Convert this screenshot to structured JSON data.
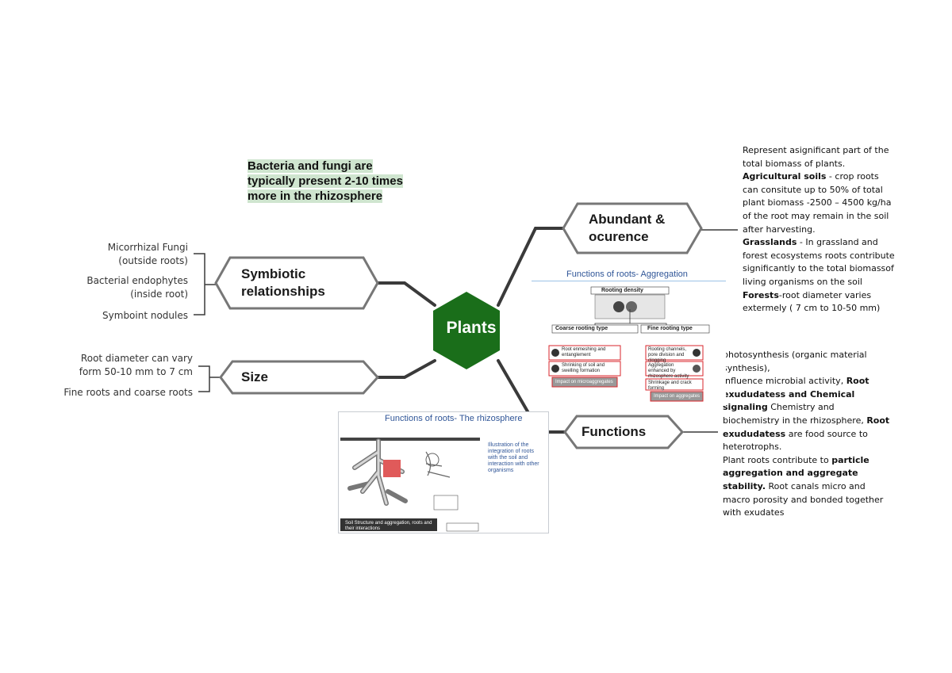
{
  "central": {
    "label": "Plants",
    "color": "#1a6e1a"
  },
  "branches": {
    "abundant": {
      "label_line1": "Abundant &",
      "label_line2": "ocurence"
    },
    "symbiotic": {
      "label_line1": "Symbiotic",
      "label_line2": "relationships"
    },
    "size": {
      "label": "Size"
    },
    "functions": {
      "label": "Functions"
    }
  },
  "highlight_note": {
    "lines": [
      "Bacteria and fungi are",
      "typically present 2-10 times",
      "more in the rhizosphere"
    ],
    "bg_color": "#cfe5cf"
  },
  "symbiotic_notes": {
    "item1_line1": "Micorrhizal Fungi",
    "item1_line2": "(outside roots)",
    "item2_line1": "Bacterial endophytes",
    "item2_line2": "(inside root)",
    "item3": "Symboint nodules"
  },
  "size_notes": {
    "item1_line1": "Root diameter can vary",
    "item1_line2": "form 50-10 mm to 7 cm",
    "item2": "Fine roots and coarse roots"
  },
  "abundance_text": {
    "p1": "Represent asignificant part of the total biomass of plants.",
    "ag_head": "Agricultural soils",
    "ag_body": " - crop roots can consitute up to 50% of total plant biomass -2500 – 4500 kg/ha of the root may remain in the soil after harvesting.",
    "gr_head": "Grasslands",
    "gr_body": " - In grassland and forest ecosystems roots contribute significantly to the total biomassof living organisms on the soil",
    "fo_head": "Forests",
    "fo_body": "-root diameter varies extermely ( 7 cm to 10-50 mm)"
  },
  "functions_text": {
    "t1": "photosynthesis (organic material synthesis),",
    "t2": "influence microbial activity, ",
    "b1": "Root exududatess and Chemical signaling",
    "t3": " Chemistry and biochemistry in the rhizosphere, ",
    "b2": "Root exududatess",
    "t4": " are food source to heterotrophs.",
    "t5": "Plant roots contribute to ",
    "b3": "particle aggregation and aggregate stability.",
    "t6": " Root canals micro and macro porosity and bonded together with exudates"
  },
  "slide_aggregation": {
    "title": "Functions of roots- Aggregation",
    "heading": "Rooting density",
    "coarse": "Coarse rooting type",
    "fine": "Fine rooting type",
    "box1": "Root enmeshing and entanglement",
    "box2": "Shrinking of soil and swelling formation",
    "box3": "Rooting channels, pore division and clogging",
    "box4": "Aggregation enhanced by rhizosphere activity",
    "box5": "Shrinkage and crack forming",
    "impact_left": "Impact on microaggregates",
    "impact_right": "Impact on aggregates"
  },
  "slide_rhizosphere": {
    "title": "Functions of roots- The rhizosphere",
    "caption": "Illustration of the integration of roots with the soil and interaction with other organisms",
    "bottom_label": "Soil Structure and aggregation, roots and their interactions"
  },
  "colors": {
    "hex_border": "#777777",
    "connector": "#333333",
    "slide_title": "#2f5597",
    "red_box": "#d9262b"
  }
}
